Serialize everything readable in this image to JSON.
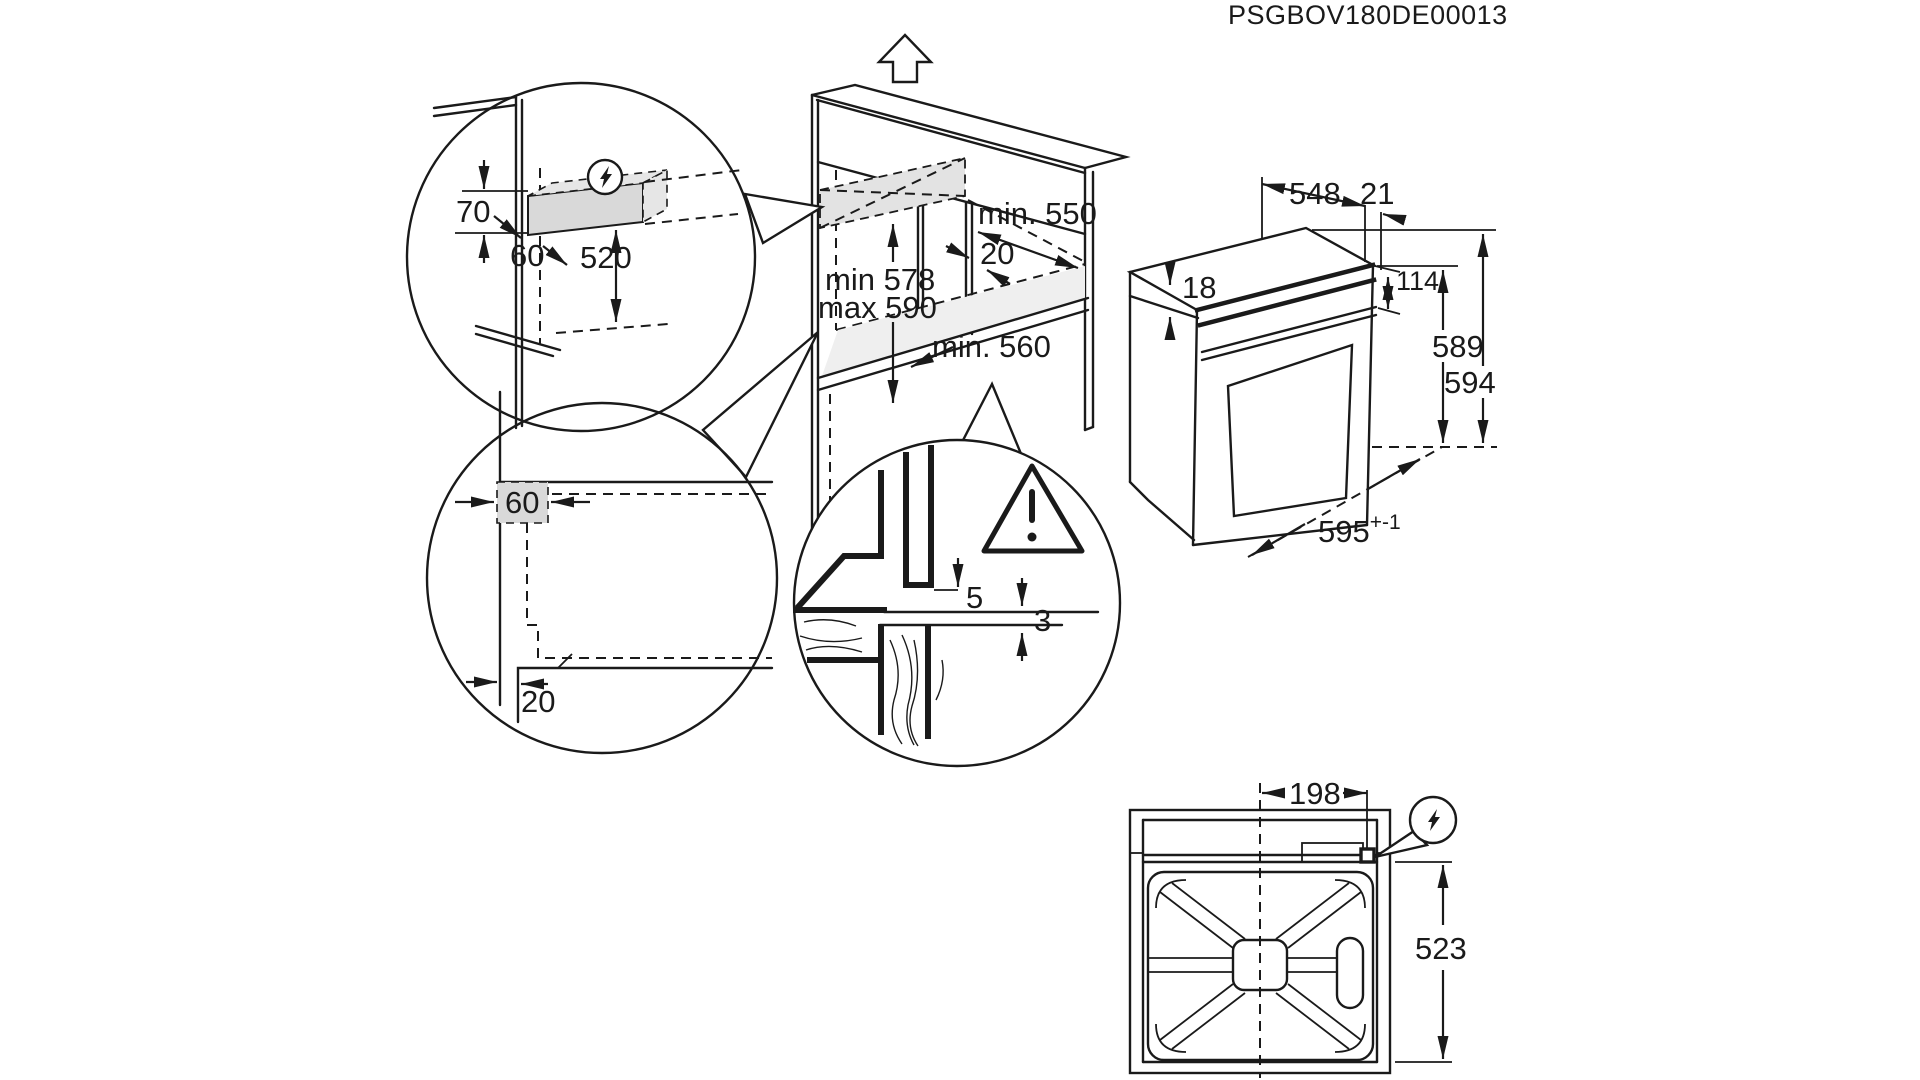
{
  "code": "PSGBOV180DE00013",
  "colors": {
    "line": "#1a1a1a",
    "shade_dark": "#dcdcdc",
    "shade_light": "#ececec"
  },
  "detail_top": {
    "height_70": "70",
    "depth_60": "60",
    "height_520": "520"
  },
  "niche": {
    "depth_min": "min. 550",
    "gap_20": "20",
    "height_min": "min 578",
    "height_max": "max 590",
    "width_min": "min. 560"
  },
  "detail_bottom": {
    "recess_60": "60",
    "rail_20": "20"
  },
  "detail_gap": {
    "gap_5": "5",
    "gap_3": "3"
  },
  "oven": {
    "depth_548": "548",
    "door_21": "21",
    "trim_18": "18",
    "panel_114": "114",
    "height_589": "589",
    "height_594": "594",
    "width_595": "595",
    "tolerance": "+-1"
  },
  "rear": {
    "offset_198": "198",
    "height_523": "523"
  }
}
